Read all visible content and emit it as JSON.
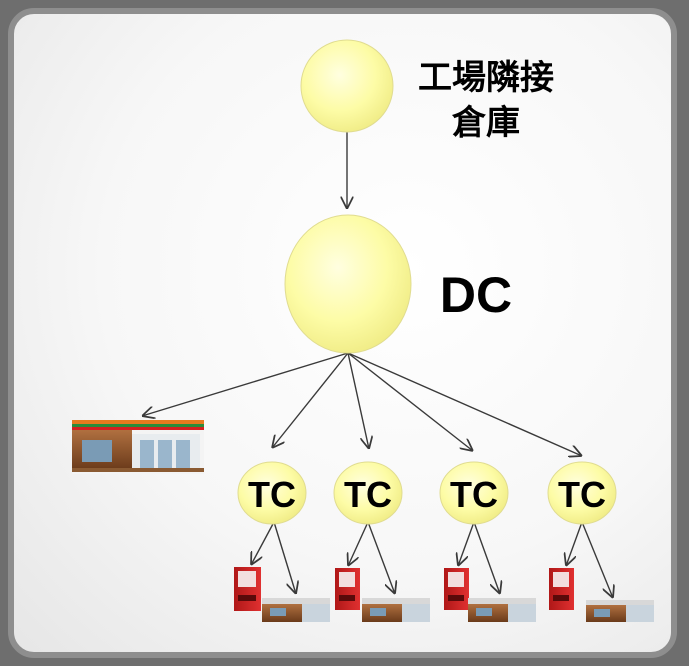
{
  "nodes": {
    "factory_warehouse": {
      "label_line1": "工場隣接",
      "label_line2": "倉庫"
    },
    "dc": {
      "label": "DC"
    },
    "tc": [
      {
        "label": "TC"
      },
      {
        "label": "TC"
      },
      {
        "label": "TC"
      },
      {
        "label": "TC"
      }
    ]
  },
  "icons": {
    "store": "convenience-store-icon",
    "vending": "vending-machine-icon",
    "shop": "small-shop-icon"
  },
  "colors": {
    "node_fill": "#fdfca6",
    "node_stroke": "#d9d37a",
    "panel_border": "#8e8e8e",
    "background": "#6e6e6e",
    "arrow": "#3a3a3a"
  }
}
